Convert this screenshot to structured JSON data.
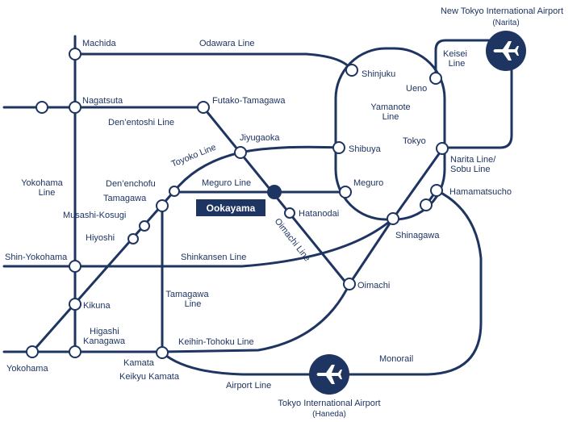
{
  "map": {
    "colors": {
      "line": "#1e3461",
      "station_fill": "#ffffff",
      "current": "#1e3461"
    },
    "stations": {
      "machida": "Machida",
      "nagatsuta": "Nagatsuta",
      "shin_yokohama": "Shin-Yokohama",
      "kikuna": "Kikuna",
      "higashi_kanagawa_1": "Higashi",
      "higashi_kanagawa_2": "Kanagawa",
      "yokohama": "Yokohama",
      "shinjuku": "Shinjuku",
      "shibuya": "Shibuya",
      "meguro": "Meguro",
      "shinagawa": "Shinagawa",
      "ueno": "Ueno",
      "tokyo": "Tokyo",
      "hamamatsucho": "Hamamatsucho",
      "futako_tamagawa": "Futako-Tamagawa",
      "jiyugaoka": "Jiyugaoka",
      "denenchofu": "Den’enchofu",
      "tamagawa": "Tamagawa",
      "musashi_kosugi": "Musashi-Kosugi",
      "hiyoshi": "Hiyoshi",
      "ookayama": "Ookayama",
      "hatanodai": "Hatanodai",
      "oimachi": "Oimachi",
      "kamata": "Kamata",
      "keikyu_kamata": "Keikyu Kamata"
    },
    "lines": {
      "odawara": "Odawara Line",
      "denentoshi": "Den’entoshi Line",
      "toyoko": "Toyoko Line",
      "meguro": "Meguro Line",
      "oimachi": "Oimachi Line",
      "shinkansen": "Shinkansen Line",
      "tamagawa_1": "Tamagawa",
      "tamagawa_2": "Line",
      "keihin_tohoku": "Keihin-Tohoku Line",
      "airport": "Airport Line",
      "monorail": "Monorail",
      "yamanote_1": "Yamanote",
      "yamanote_2": "Line",
      "yokohama_1": "Yokohama",
      "yokohama_2": "Line",
      "keisei_1": "Keisei",
      "keisei_2": "Line",
      "narita_1": "Narita Line/",
      "narita_2": "Sobu Line"
    },
    "airports": {
      "narita_name": "New Tokyo International Airport",
      "narita_sub": "(Narita)",
      "haneda_name": "Tokyo International Airport",
      "haneda_sub": "(Haneda)"
    },
    "icons": {
      "airport": "airplane-icon"
    }
  }
}
